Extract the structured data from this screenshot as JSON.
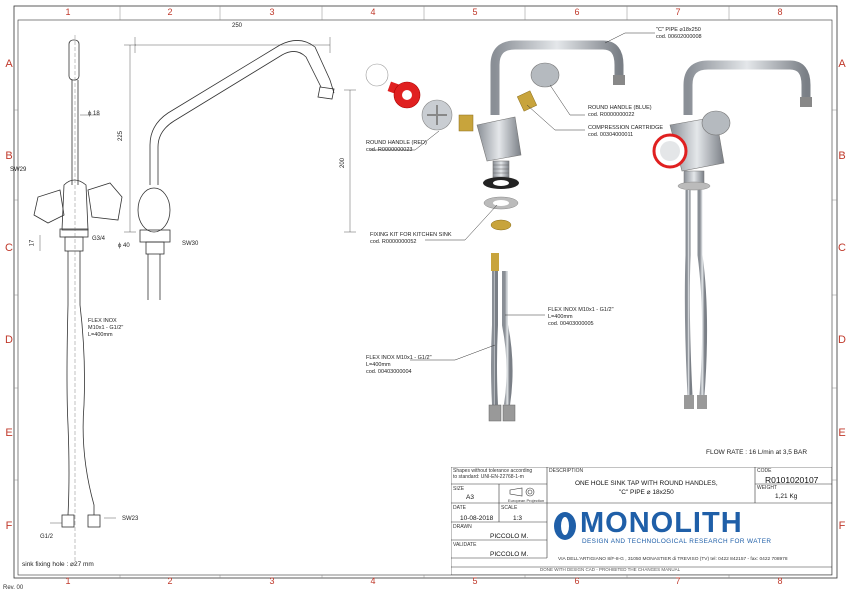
{
  "grid": {
    "columns": [
      "1",
      "2",
      "3",
      "4",
      "5",
      "6",
      "7",
      "8"
    ],
    "rows": [
      "A",
      "B",
      "C",
      "D",
      "E",
      "F"
    ]
  },
  "revision": "Rev. 00",
  "left_view": {
    "sw29": "SW29",
    "dia18": "ϕ 18",
    "dim_17": "17",
    "g34": "G3/4",
    "flex_label": "FLEX INOX\nM10x1 - G1/2\"\nL=400mm",
    "g12": "G1/2",
    "sw23": "SW23",
    "sink_hole": "sink fixing hole : ⌀27 mm"
  },
  "side_view": {
    "dim_250": "250",
    "dim_225": "225",
    "dim_200": "200",
    "dia40": "ϕ 40",
    "sw30": "SW30"
  },
  "callouts": {
    "c_pipe": "\"C\" PIPE ⌀18x250\ncod. 00602000008",
    "round_handle_blue": "ROUND HANDLE (BLUE)\ncod. R0000000022",
    "compression_cartridge": "COMPRESSION CARTRIDGE\ncod. 00304000011",
    "round_handle_red": "ROUND HANDLE (RED)\ncod. R0000000023",
    "fixing_kit": "FIXING KIT FOR KITCHEN SINK\ncod. R0000000052",
    "flex_right": "FLEX INOX M10x1 - G1/2\"\nL=400mm\ncod. 00403000005",
    "flex_left": "FLEX INOX M10x1 - G1/2\"\nL=400mm\ncod. 00403000004"
  },
  "flow_rate": "FLOW RATE : 16 L/min at 3,5 BAR",
  "title_block": {
    "tolerance": "Shapes without tolerance according\nto standard: UNI-EN-22768-1-m",
    "description_label": "DESCRIPTION",
    "description": "ONE HOLE SINK TAP WITH ROUND HANDLES,\n\"C\" PIPE ⌀ 18x250",
    "code_label": "CODE",
    "code": "R0101020107",
    "weight_label": "WEIGHT",
    "weight": "1,21 Kg",
    "size_label": "SIZE",
    "size": "A3",
    "projection": "European Projection",
    "date_label": "DATE",
    "date": "10-08-2018",
    "scale_label": "SCALE",
    "scale": "1:3",
    "drawn_label": "DRAWN",
    "drawn": "PICCOLO M.",
    "valid_label": "VALIDATE",
    "valid": "PICCOLO M.",
    "brand": "MONOLITH",
    "tagline": "DESIGN AND TECHNOLOGICAL RESEARCH FOR WATER",
    "address": "VIA DELL'ARTIGIANO 8/F-8-G , 31050 MONASTIER di TREVISO (TV) tel: 0422 842157 - fax: 0422 708978",
    "footer": "DONE WITH DESIGN CAD - PROHIBITED THE CHANGES MANUAL"
  },
  "colors": {
    "grid_labels": "#c0392b",
    "brand_blue": "#1f5fa8",
    "handle_red": "#e02020"
  }
}
